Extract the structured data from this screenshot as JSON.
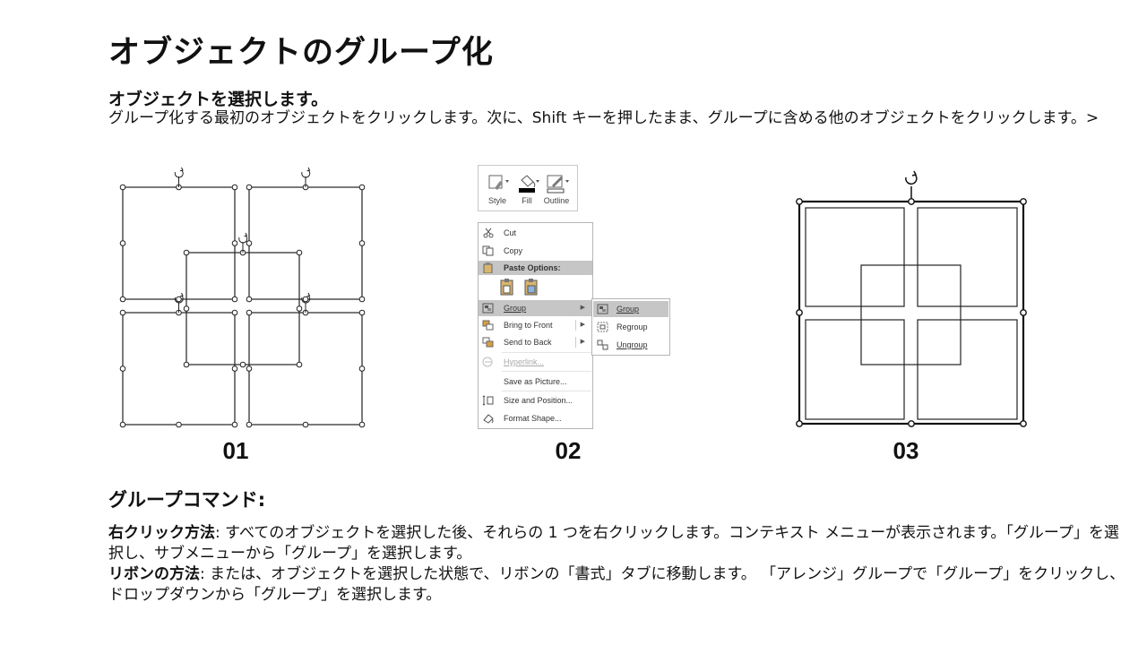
{
  "title": "オブジェクトのグループ化",
  "step": {
    "heading": "オブジェクトを選択します。",
    "body": "グループ化する最初のオブジェクトをクリックします。次に、Shift キーを押したまま、グループに含める他のオブジェクトをクリックします。>"
  },
  "figures": {
    "num1": "01",
    "num2": "02",
    "num3": "03"
  },
  "ribbon": {
    "style": "Style",
    "fill": "Fill",
    "outline": "Outline"
  },
  "context_menu": {
    "cut": "Cut",
    "copy": "Copy",
    "paste_options": "Paste Options:",
    "group": "Group",
    "bring_to_front": "Bring to Front",
    "send_to_back": "Send to Back",
    "hyperlink": "Hyperlink...",
    "save_as_picture": "Save as Picture...",
    "size_position": "Size and Position...",
    "format_shape": "Format Shape..."
  },
  "submenu": {
    "group": "Group",
    "regroup": "Regroup",
    "ungroup": "Ungroup"
  },
  "group_commands": {
    "heading": "グループコマンド:",
    "right_click_label": "右クリック方法",
    "right_click_text": ": すべてのオブジェクトを選択した後、それらの 1 つを右クリックします。コンテキスト メニューが表示されます。「グループ」を選択し、サブメニューから「グループ」を選択します。",
    "ribbon_label": "リボンの方法",
    "ribbon_text": ": または、オブジェクトを選択した状態で、リボンの「書式」タブに移動します。 「アレンジ」グループで「グループ」をクリックし、ドロップダウンから「グループ」を選択します。"
  }
}
